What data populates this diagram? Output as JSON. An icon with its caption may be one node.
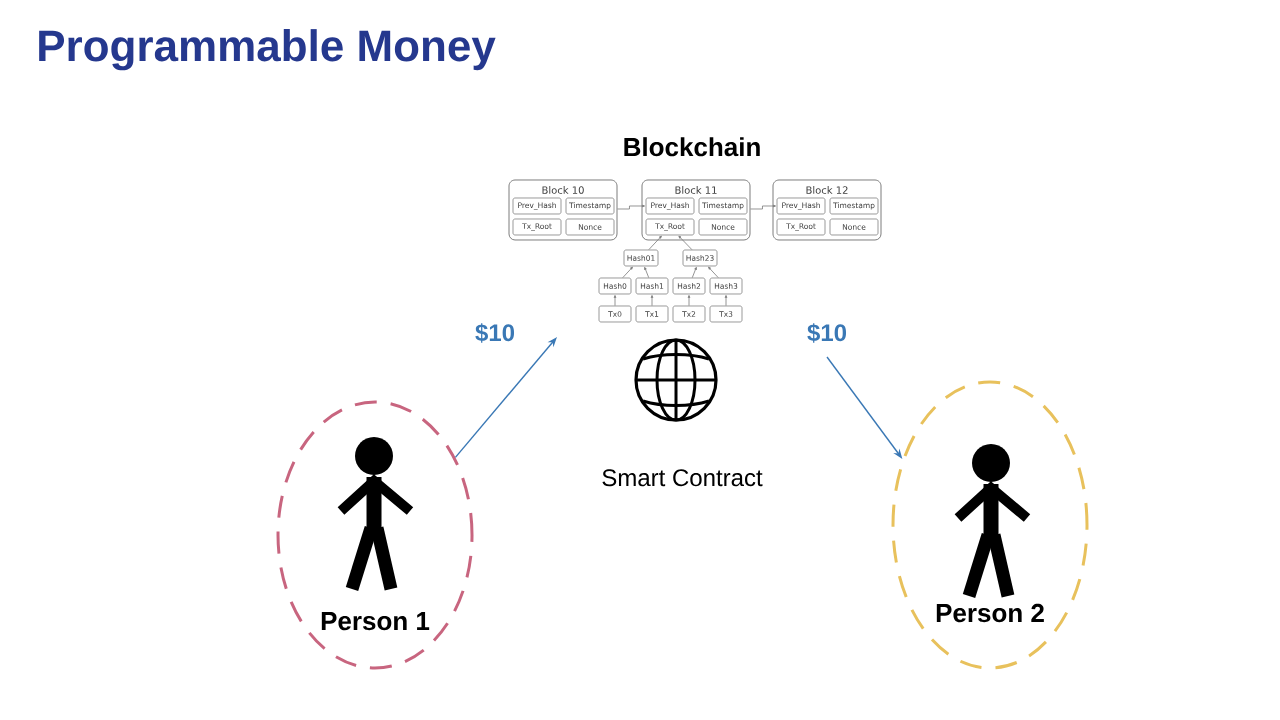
{
  "diagram": {
    "title": "Programmable Money",
    "nodes": [
      {
        "text": [
          "Block 10"
        ]
      },
      {
        "text": [
          "Prev_Hash"
        ],
        "in": 0
      },
      {
        "text": [
          "Timestamp"
        ],
        "in": 0
      },
      {
        "text": [
          "Tx_Root"
        ],
        "in": 0
      },
      {
        "text": [
          "Nonce"
        ],
        "in": 0
      },
      {
        "text": [
          "Block 11"
        ]
      },
      {
        "text": [
          "Prev_Hash"
        ],
        "in": 5
      },
      {
        "text": [
          "Timestamp"
        ],
        "in": 5
      },
      {
        "text": [
          "Tx_Root"
        ],
        "in": 5
      },
      {
        "text": [
          "Nonce"
        ],
        "in": 5
      },
      {
        "text": [
          "Block 12"
        ]
      },
      {
        "text": [
          "Prev_Hash"
        ],
        "in": 10
      },
      {
        "text": [
          "Timestamp"
        ],
        "in": 10
      },
      {
        "text": [
          "Tx_Root"
        ],
        "in": 10
      },
      {
        "text": [
          "Nonce"
        ],
        "in": 10
      },
      {
        "text": [
          "Hash01"
        ]
      },
      {
        "text": [
          "Hash23"
        ]
      },
      {
        "text": [
          "Hash0"
        ]
      },
      {
        "text": [
          "Hash1"
        ]
      },
      {
        "text": [
          "Hash2"
        ]
      },
      {
        "text": [
          "Hash3"
        ]
      },
      {
        "text": [
          "Tx0"
        ]
      },
      {
        "text": [
          "Tx1"
        ]
      },
      {
        "text": [
          "Tx2"
        ]
      },
      {
        "text": [
          "Tx3"
        ]
      },
      {
        "text": [
          "Person 1"
        ]
      },
      {
        "text": [
          "Person 2"
        ]
      }
    ],
    "edges": [
      {
        "from": 0,
        "to": 6,
        "arrow": "to"
      },
      {
        "from": 5,
        "to": 11,
        "arrow": "to"
      },
      {
        "from": 21,
        "to": 17,
        "arrow": "to"
      },
      {
        "from": 22,
        "to": 18,
        "arrow": "to"
      },
      {
        "from": 23,
        "to": 19,
        "arrow": "to"
      },
      {
        "from": 24,
        "to": 20,
        "arrow": "to"
      },
      {
        "from": 17,
        "to": 15,
        "arrow": "to"
      },
      {
        "from": 18,
        "to": 15,
        "arrow": "to"
      },
      {
        "from": 19,
        "to": 16,
        "arrow": "to"
      },
      {
        "from": 20,
        "to": 16,
        "arrow": "to"
      },
      {
        "from": 15,
        "to": 8,
        "arrow": "to"
      },
      {
        "from": 16,
        "to": 8,
        "arrow": "to"
      },
      {
        "from": 25,
        "to": null,
        "arrow": "to",
        "label": "$10",
        "color": "#3a78b5"
      },
      {
        "from": null,
        "to": 26,
        "arrow": "to",
        "label": "$10",
        "color": "#3a78b5"
      }
    ],
    "labels": [
      "Blockchain",
      "Smart Contract"
    ]
  }
}
